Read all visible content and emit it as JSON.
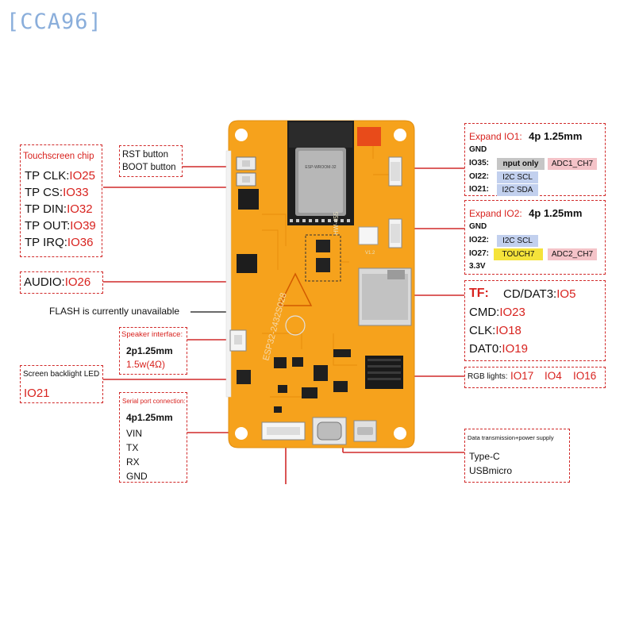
{
  "watermark": "[CCA96]",
  "touchscreen": {
    "title": "Touchscreen chip",
    "rows": [
      {
        "label": "TP CLK:",
        "pin": "IO25"
      },
      {
        "label": "TP CS:",
        "pin": "IO33"
      },
      {
        "label": "TP DIN:",
        "pin": "IO32"
      },
      {
        "label": "TP OUT:",
        "pin": "IO39"
      },
      {
        "label": "TP IRQ:",
        "pin": "IO36"
      }
    ]
  },
  "buttons": {
    "rst": "RST button",
    "boot": "BOOT button"
  },
  "audio": {
    "label": "AUDIO:",
    "pin": "IO26"
  },
  "flash_note": "FLASH is currently unavailable",
  "speaker": {
    "title": "Speaker interface:",
    "spec": "2p1.25mm",
    "power": "1.5w(4Ω)"
  },
  "backlight": {
    "title": "Screen backlight LED",
    "pin": "IO21"
  },
  "serial": {
    "title": "Serial port connection:",
    "spec": "4p1.25mm",
    "pins": [
      "VIN",
      "TX",
      "RX",
      "GND"
    ]
  },
  "expand1": {
    "title": "Expand IO1:",
    "spec": "4p 1.25mm",
    "gnd": "GND",
    "rows": [
      {
        "pin": "IO35:",
        "tags": [
          "nput only",
          "ADC1_CH7"
        ]
      },
      {
        "pin": "OI22:",
        "tags": [
          "I2C SCL"
        ]
      },
      {
        "pin": "IO21:",
        "tags": [
          "I2C SDA"
        ]
      }
    ]
  },
  "expand2": {
    "title": "Expand IO2:",
    "spec": "4p 1.25mm",
    "gnd": "GND",
    "rows": [
      {
        "pin": "IO22:",
        "tags": [
          "I2C SCL"
        ]
      },
      {
        "pin": "IO27:",
        "tags": [
          "TOUCH7",
          "ADC2_CH7"
        ]
      }
    ],
    "v33": "3.3V"
  },
  "tf": {
    "title": "TF:",
    "rows": [
      {
        "label": "CD/DAT3:",
        "pin": "IO5"
      },
      {
        "label": "CMD:",
        "pin": "IO23"
      },
      {
        "label": "CLK:",
        "pin": "IO18"
      },
      {
        "label": "DAT0:",
        "pin": "IO19"
      }
    ]
  },
  "rgb": {
    "label": "RGB lights:",
    "pins": [
      "IO17",
      "IO4",
      "IO16"
    ]
  },
  "usb": {
    "title": "Data transmission+power supply",
    "types": [
      "Type-C",
      "USBmicro"
    ]
  },
  "board_text": {
    "model": "ESP32-2432S028",
    "module": "ESP-WROOM-32",
    "hw": "HW-455",
    "tag": "V1.2"
  },
  "colors": {
    "board": "#f6a21c",
    "accent": "#d8231f",
    "tag_gray": "#c6c6c6",
    "tag_pink": "#f4c3c8",
    "tag_blue": "#c2d0ee",
    "tag_yellow": "#f5e33a"
  }
}
